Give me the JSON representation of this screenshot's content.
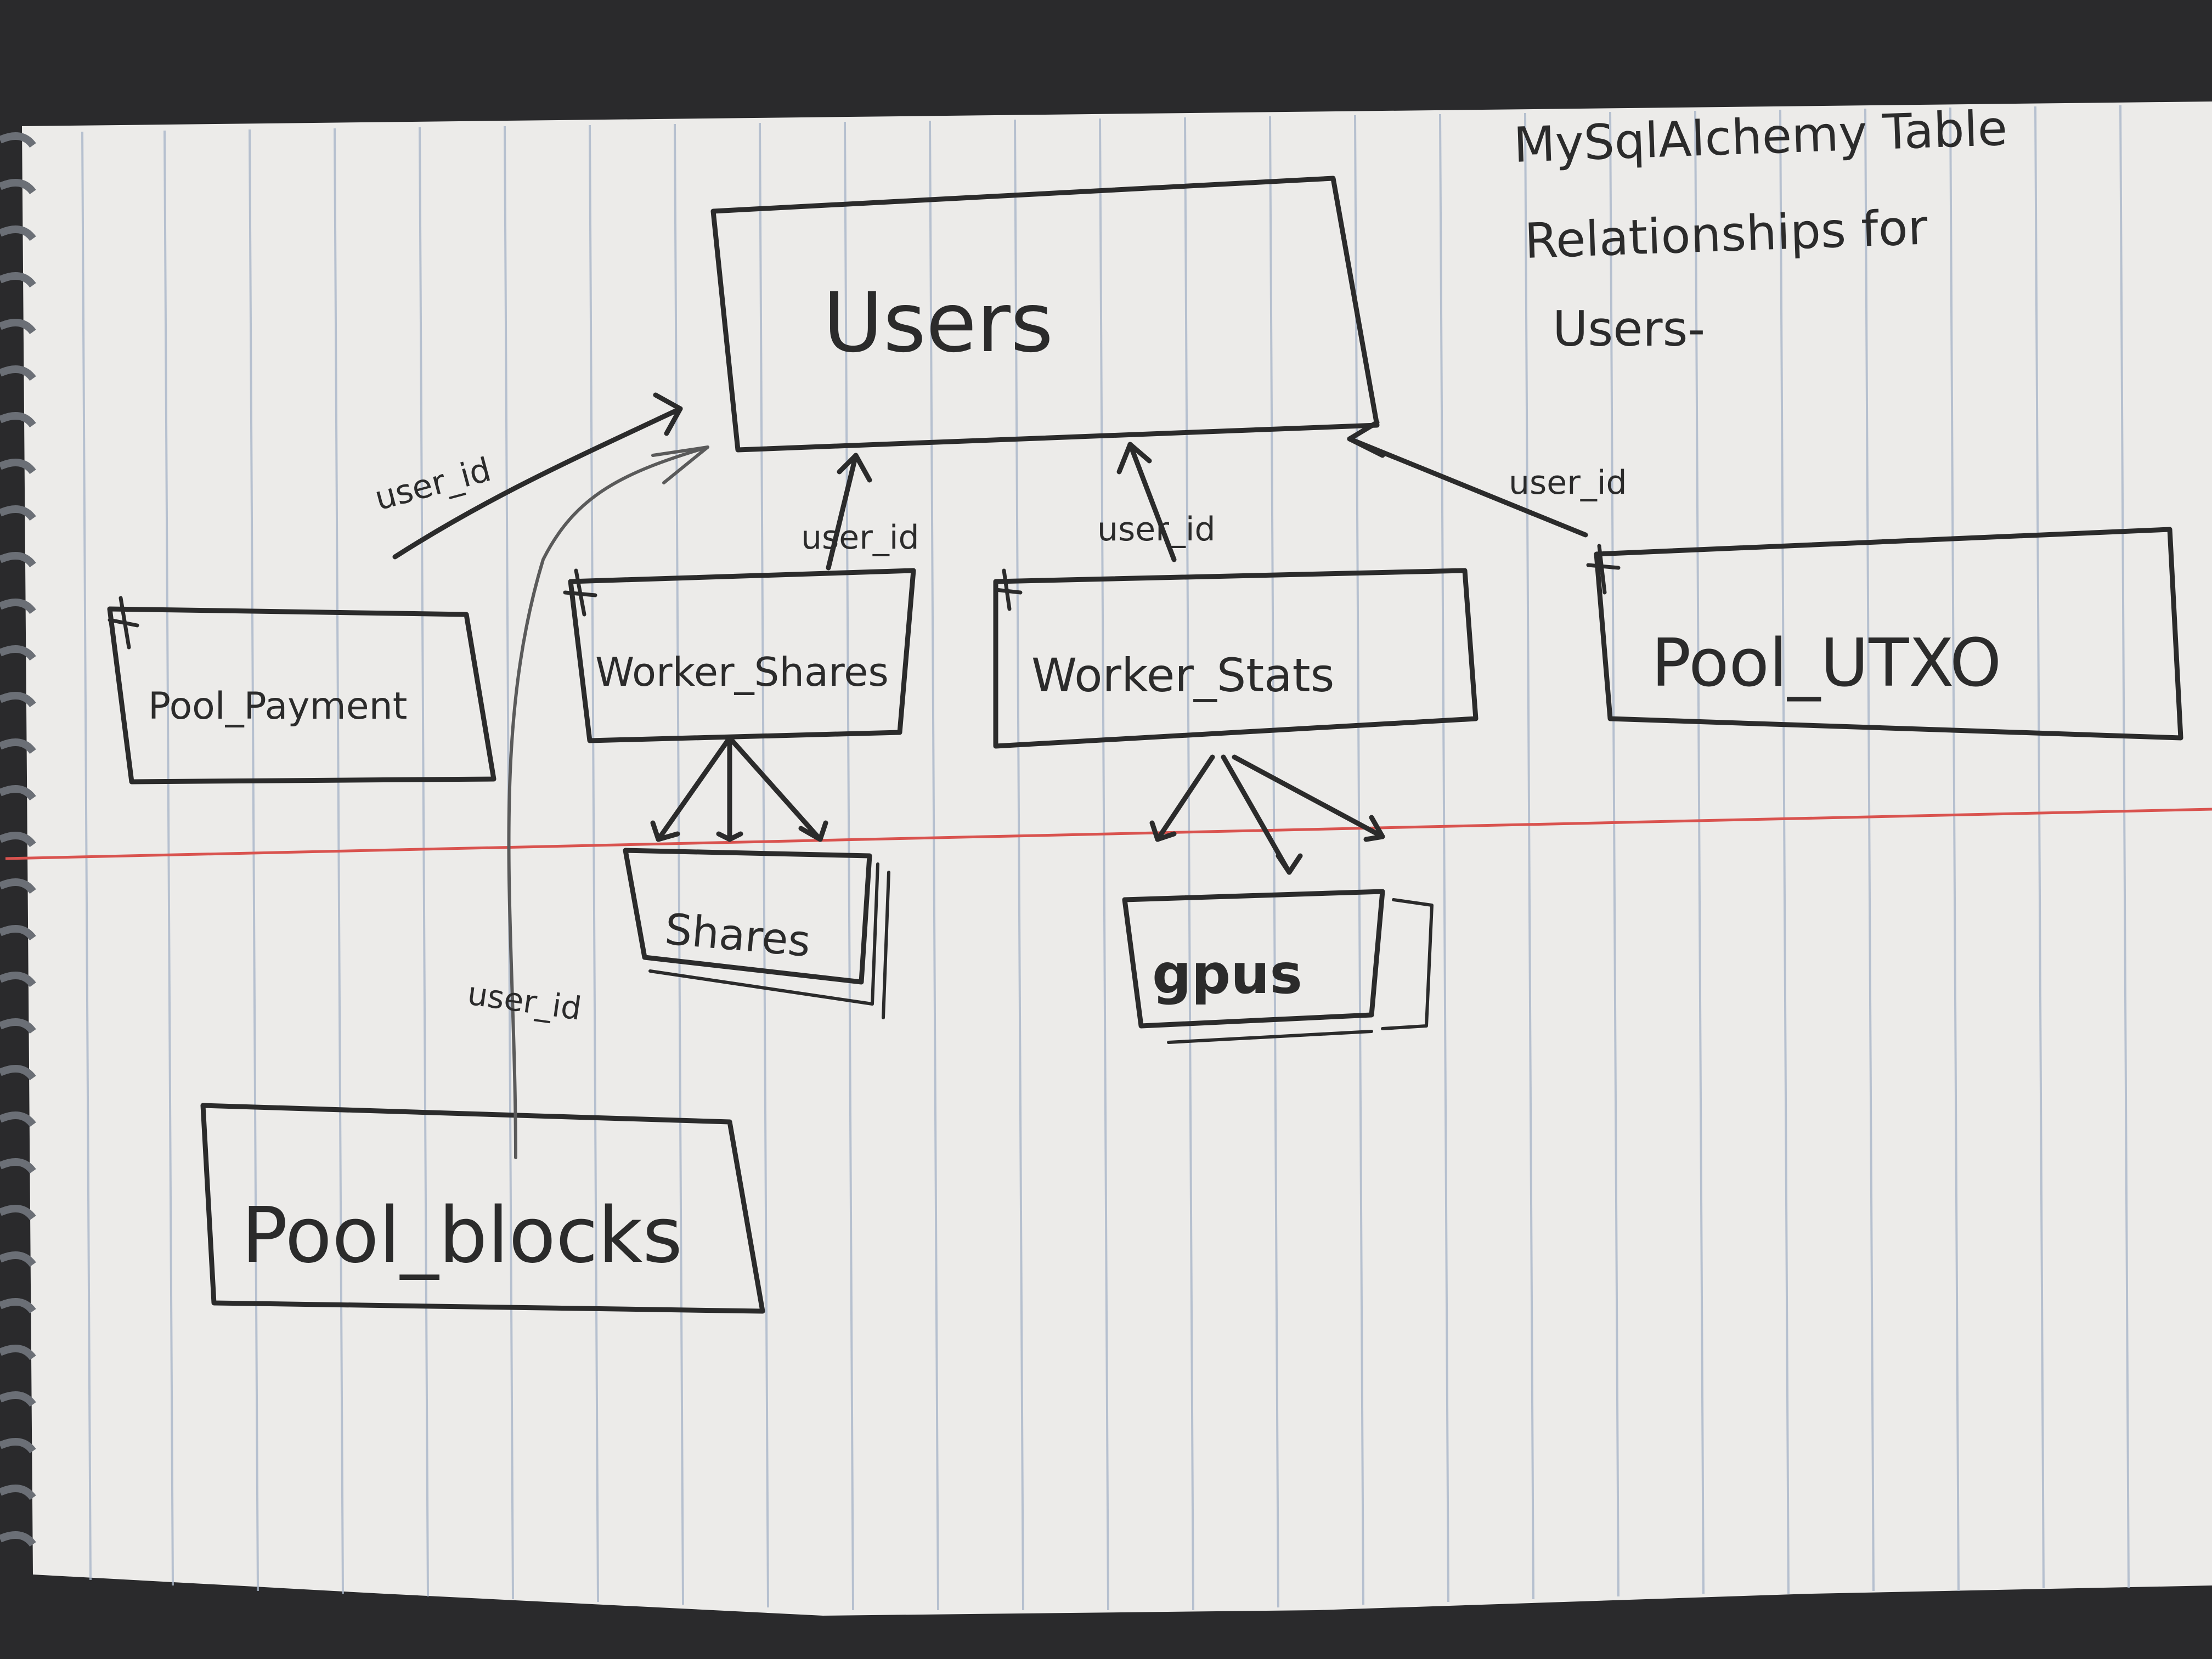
{
  "title_note": [
    "MySqlAlchemy Table",
    "Relationships for",
    "Users-"
  ],
  "tables": {
    "users": "Users",
    "pool_payment": "Pool_Payment",
    "worker_shares": "Worker_Shares",
    "worker_stats": "Worker_Stats",
    "pool_utxo": "Pool_UTXO",
    "shares": "Shares",
    "gpus": "gpus",
    "pool_blocks": "Pool_blocks"
  },
  "labels": {
    "fk_pool_payment": "user_id",
    "fk_worker_shares": "user_id",
    "fk_worker_stats": "user_id",
    "fk_pool_utxo": "user_id",
    "fk_pool_blocks": "user_id"
  },
  "colors": {
    "paper": "#ecebe9",
    "rule_line": "#9fb0c8",
    "margin_line": "#d9534f",
    "ink": "#2b2b2b",
    "background": "#2a2a2c"
  }
}
